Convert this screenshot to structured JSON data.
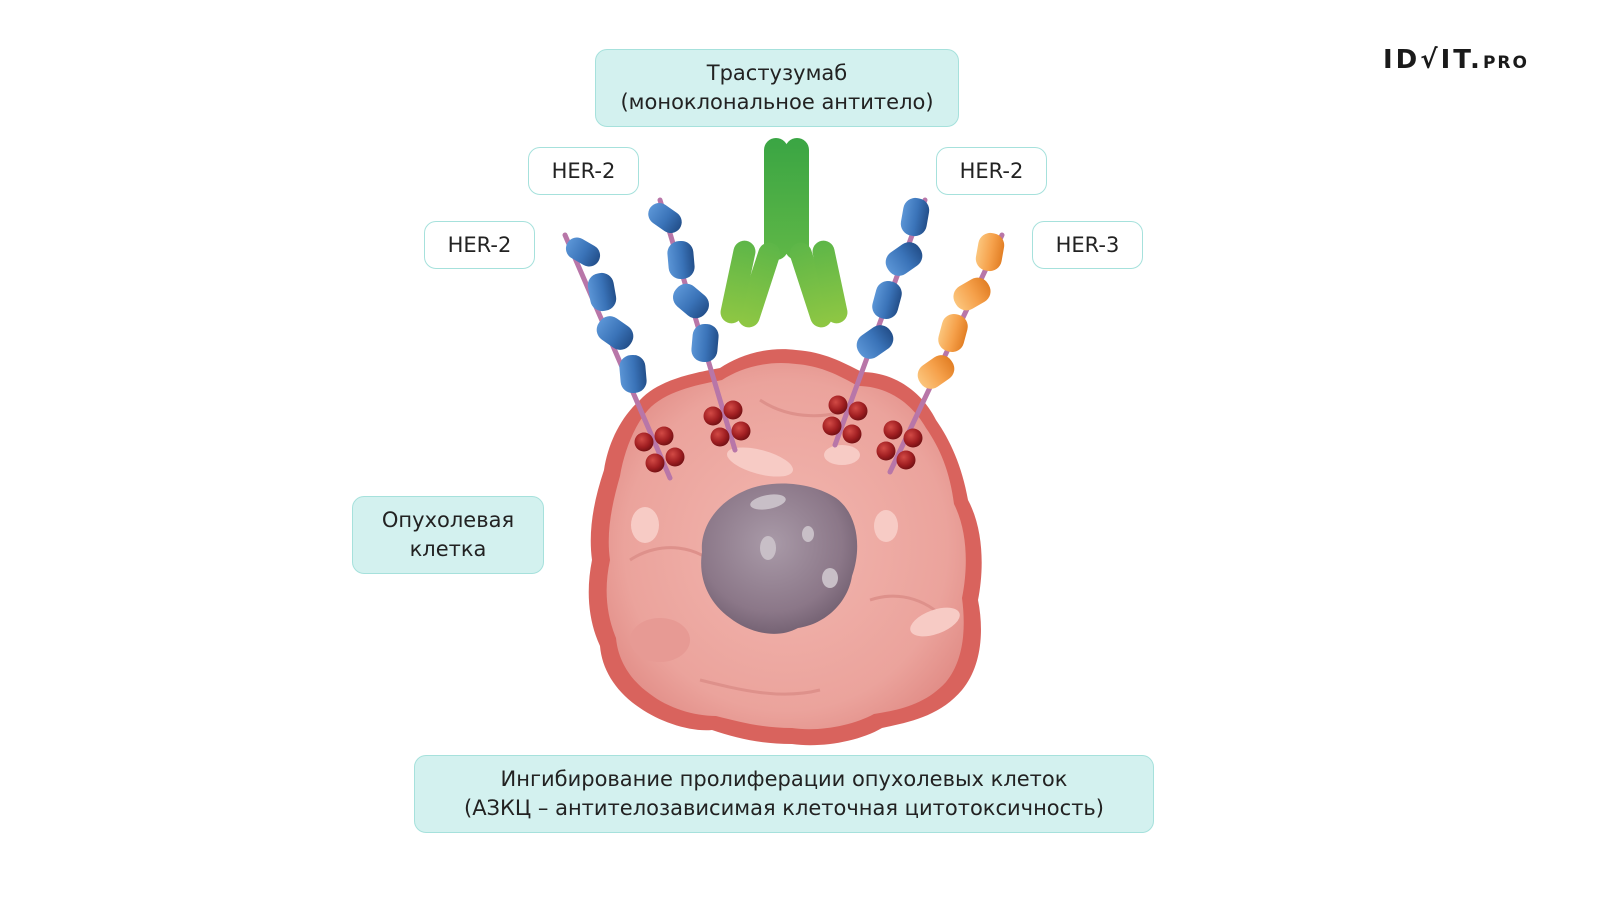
{
  "logo": {
    "main": "ID√IT.",
    "suffix": "PRO"
  },
  "labels": {
    "antibody_line1": "Трастузумаб",
    "antibody_line2": "(моноклональное антитело)",
    "her2_left": "HER-2",
    "her2_center": "HER-2",
    "her2_right": "HER-2",
    "her3": "HER-3",
    "tumor_line1": "Опухолевая",
    "tumor_line2": "клетка",
    "result_line1": "Ингибирование пролиферации опухолевых клеток",
    "result_line2": "(АЗКЦ – антителозависимая клеточная цитотоксичность)"
  },
  "colors": {
    "label_fill": "#d3f1ef",
    "label_border": "#a6e1dc",
    "cell_body": "#eaa59f",
    "cell_edge": "#d2625d",
    "nucleus": "#8d7a89",
    "her2_domain": "#3d78bd",
    "her3_domain": "#f4a24a",
    "antibody": "#4bb04a",
    "stalk": "#b876a8",
    "kinase_dot": "#9b1f1f"
  }
}
